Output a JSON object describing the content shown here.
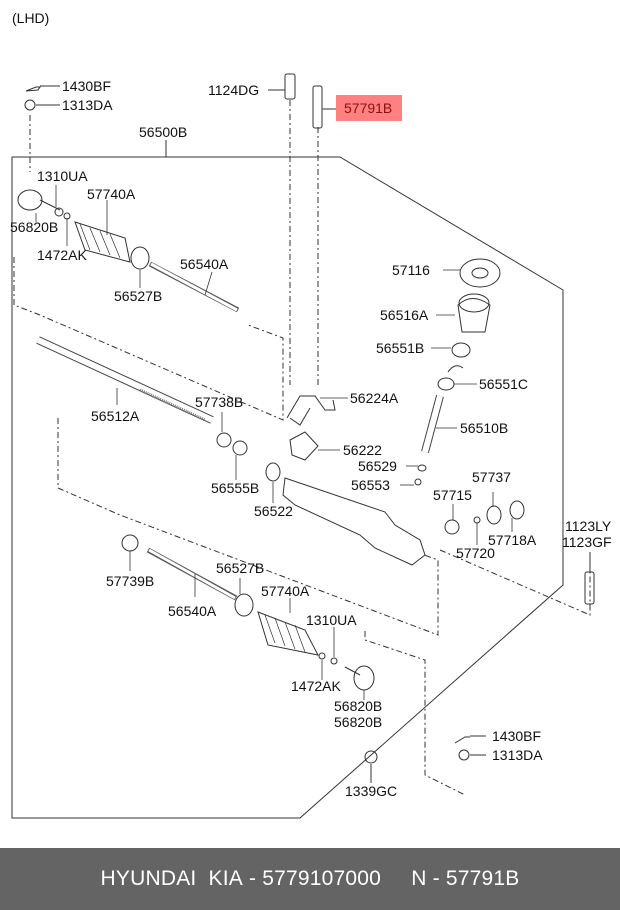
{
  "diagram": {
    "variant_label": "(LHD)",
    "assembly_label": "56500B",
    "highlight_color": "#ff8080",
    "highlighted_part": "57791B",
    "callouts": [
      {
        "id": "c-1430BF-top",
        "text": "1430BF"
      },
      {
        "id": "c-1313DA-top",
        "text": "1313DA"
      },
      {
        "id": "c-1124DG",
        "text": "1124DG"
      },
      {
        "id": "c-57791B",
        "text": "57791B",
        "highlight": true
      },
      {
        "id": "c-56500B",
        "text": "56500B"
      },
      {
        "id": "c-1310UA-top",
        "text": "1310UA"
      },
      {
        "id": "c-57740A-top",
        "text": "57740A"
      },
      {
        "id": "c-56820B-top",
        "text": "56820B"
      },
      {
        "id": "c-1472AK-top",
        "text": "1472AK"
      },
      {
        "id": "c-56540A-top",
        "text": "56540A"
      },
      {
        "id": "c-56527B-top",
        "text": "56527B"
      },
      {
        "id": "c-57116",
        "text": "57116"
      },
      {
        "id": "c-56516A",
        "text": "56516A"
      },
      {
        "id": "c-56551B",
        "text": "56551B"
      },
      {
        "id": "c-56551C",
        "text": "56551C"
      },
      {
        "id": "c-56224A",
        "text": "56224A"
      },
      {
        "id": "c-56510B",
        "text": "56510B"
      },
      {
        "id": "c-56512A",
        "text": "56512A"
      },
      {
        "id": "c-57738B",
        "text": "57738B"
      },
      {
        "id": "c-56222",
        "text": "56222"
      },
      {
        "id": "c-56529",
        "text": "56529"
      },
      {
        "id": "c-56555B",
        "text": "56555B"
      },
      {
        "id": "c-56553",
        "text": "56553"
      },
      {
        "id": "c-57737",
        "text": "57737"
      },
      {
        "id": "c-56522",
        "text": "56522"
      },
      {
        "id": "c-57715",
        "text": "57715"
      },
      {
        "id": "c-57718A",
        "text": "57718A"
      },
      {
        "id": "c-57720",
        "text": "57720"
      },
      {
        "id": "c-1123LY",
        "text": "1123LY"
      },
      {
        "id": "c-1123GF",
        "text": "1123GF"
      },
      {
        "id": "c-57739B",
        "text": "57739B"
      },
      {
        "id": "c-56527B-bot",
        "text": "56527B"
      },
      {
        "id": "c-56540A-bot",
        "text": "56540A"
      },
      {
        "id": "c-57740A-bot",
        "text": "57740A"
      },
      {
        "id": "c-1310UA-bot",
        "text": "1310UA"
      },
      {
        "id": "c-1472AK-bot",
        "text": "1472AK"
      },
      {
        "id": "c-56820B-bot1",
        "text": "56820B"
      },
      {
        "id": "c-56820B-bot2",
        "text": "56820B"
      },
      {
        "id": "c-1430BF-bot",
        "text": "1430BF"
      },
      {
        "id": "c-1313DA-bot",
        "text": "1313DA"
      },
      {
        "id": "c-1339GC",
        "text": "1339GC"
      }
    ]
  },
  "footer": {
    "brand": "HYUNDAI  KIA",
    "separator": " - ",
    "oem_number": "5779107000",
    "gap": "     ",
    "n_label": "N",
    "n_value": "57791B"
  }
}
